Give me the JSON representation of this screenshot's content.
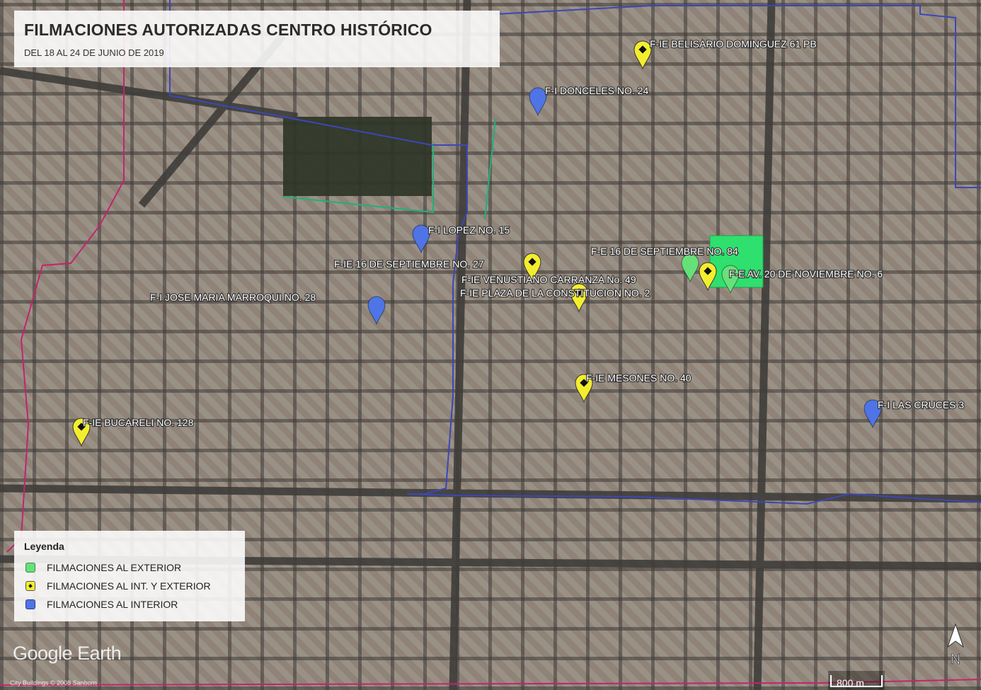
{
  "title": "FILMACIONES AUTORIZADAS CENTRO HISTÓRICO",
  "subtitle": "DEL 18 AL 24 DE JUNIO DE 2019",
  "legend": {
    "title": "Leyenda",
    "items": [
      {
        "label": "FILMACIONES AL EXTERIOR",
        "color": "#67e07a"
      },
      {
        "label": "FILMACIONES AL INT. Y EXTERIOR",
        "color": "#f3ee2d"
      },
      {
        "label": "FILMACIONES AL INTERIOR",
        "color": "#4e74e6"
      }
    ]
  },
  "markers": [
    {
      "label": "F-IE BELISARIO DOMINGUEZ 61 PB",
      "type": "yellow"
    },
    {
      "label": "F-I DONCELES NO. 24",
      "type": "blue"
    },
    {
      "label": "F-I LOPEZ NO. 15",
      "type": "blue"
    },
    {
      "label": "F-E 16 DE SEPTIEMBRE NO. 84",
      "type": "green"
    },
    {
      "label": "F-IE 16 DE SEPTIEMBRE NO. 27",
      "type": "yellow"
    },
    {
      "label": "F-E AV. 20 DE NOVIEMBRE NO. 6",
      "type": "green"
    },
    {
      "label": "F-IE VENUSTIANO CARRANZA No. 49",
      "type": "yellow"
    },
    {
      "label": "F-I JOSE MARIA MARROQUI NO. 28",
      "type": "blue"
    },
    {
      "label": "F-IE PLAZA DE LA CONSTITUCION NO. 2",
      "type": "yellow"
    },
    {
      "label": "F-IE MESONES NO. 40",
      "type": "yellow"
    },
    {
      "label": "F-I LAS CRUCES 3",
      "type": "blue"
    },
    {
      "label": "F-IE BUCARELI NO. 128",
      "type": "yellow"
    }
  ],
  "branding": {
    "logo": "Google Earth",
    "credit": "City Buildings © 2008 Sanborn"
  },
  "scale": {
    "label": "800 m"
  },
  "north_label": "N",
  "colors": {
    "boundary_blue": "#3b47b8",
    "boundary_magenta": "#c2246f",
    "pin_yellow": "#f3ee2d",
    "pin_blue": "#4e74e6",
    "pin_green": "#67e07a",
    "zocalo": "#2fe06e"
  }
}
